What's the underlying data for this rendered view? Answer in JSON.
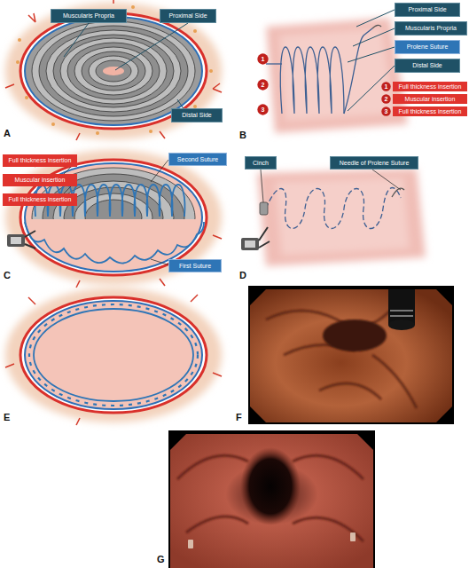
{
  "diagram": {
    "nodes": [
      {
        "text": [
          "Muscularis Propria"
        ]
      },
      {
        "text": [
          "Proximal Side"
        ]
      },
      {
        "text": [
          "Distal Side"
        ]
      },
      {
        "text": [
          "Proximal Side"
        ]
      },
      {
        "text": [
          "Muscularis Propria"
        ]
      },
      {
        "text": [
          "Prolene Suture"
        ]
      },
      {
        "text": [
          "Distal Side"
        ]
      },
      {
        "text": [
          "1"
        ]
      },
      {
        "text": [
          "2"
        ]
      },
      {
        "text": [
          "3"
        ]
      },
      {
        "text": [
          "1"
        ]
      },
      {
        "text": [
          "Full thickness insertion"
        ]
      },
      {
        "text": [
          "2"
        ]
      },
      {
        "text": [
          "Muscular insertion"
        ]
      },
      {
        "text": [
          "3"
        ]
      },
      {
        "text": [
          "Full thickness insertion"
        ]
      },
      {
        "text": [
          "Full thickness insertion"
        ]
      },
      {
        "text": [
          "Muscular insertion"
        ]
      },
      {
        "text": [
          "Full thickness insertion"
        ]
      },
      {
        "text": [
          "Second Suture"
        ]
      },
      {
        "text": [
          "First Suture"
        ]
      },
      {
        "text": [
          "Cinch"
        ]
      },
      {
        "text": [
          "Needle of Prolene Suture"
        ]
      }
    ],
    "labels": [
      "A",
      "B",
      "C",
      "D",
      "E",
      "F",
      "G"
    ]
  }
}
